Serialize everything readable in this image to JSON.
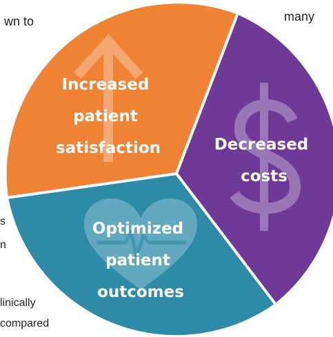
{
  "text_fragments": {
    "top_left": "wn to",
    "top_right": "many",
    "left_1": "s",
    "left_2": "n",
    "bottom_1": "linically",
    "bottom_2": "compared"
  },
  "diagram": {
    "segments": [
      {
        "id": "satisfaction",
        "lines": [
          "Increased",
          "patient",
          "satisfaction"
        ],
        "color": "#ef8233",
        "icon": "arrow-up-icon"
      },
      {
        "id": "costs",
        "lines": [
          "Decreased",
          "costs"
        ],
        "color": "#6f3a97",
        "icon": "dollar-icon"
      },
      {
        "id": "outcomes",
        "lines": [
          "Optimized",
          "patient",
          "outcomes"
        ],
        "color": "#2e8ba8",
        "icon": "heartbeat-icon"
      }
    ],
    "divider_color": "#ffffff"
  }
}
